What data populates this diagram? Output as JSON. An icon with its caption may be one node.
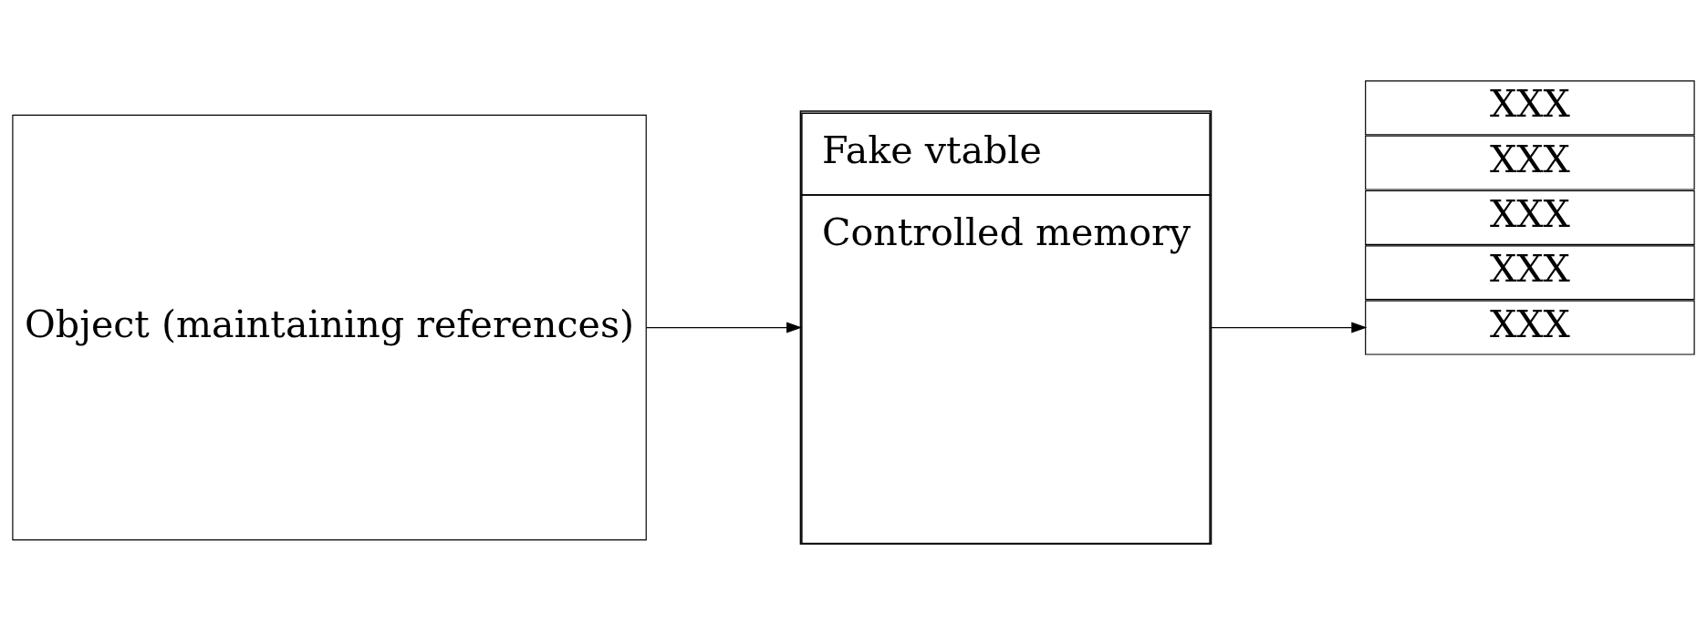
{
  "diagram": {
    "nodes": [
      {
        "text": [
          "Object (maintaining references)"
        ]
      },
      {
        "text": [
          "Fake vtable",
          "Controlled memory"
        ]
      },
      {
        "text": [
          "XXX"
        ]
      },
      {
        "text": [
          "XXX"
        ]
      },
      {
        "text": [
          "XXX"
        ]
      },
      {
        "text": [
          "XXX"
        ]
      },
      {
        "text": [
          "XXX"
        ]
      }
    ],
    "edges": [
      {
        "from": 0,
        "to": 1,
        "arrow": "to"
      },
      {
        "from": 1,
        "to": 2,
        "arrow": "to"
      }
    ]
  }
}
